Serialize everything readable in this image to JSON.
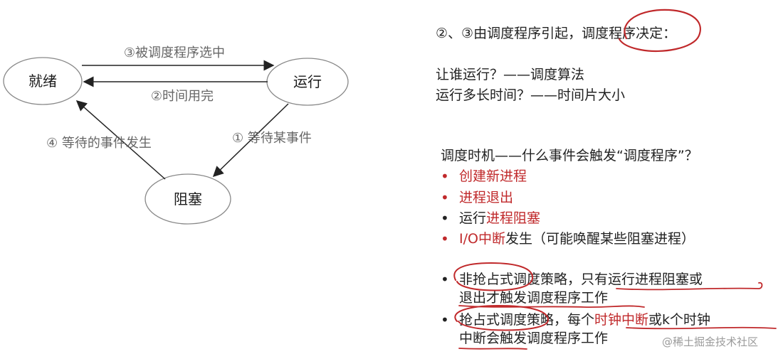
{
  "diagram": {
    "nodes": {
      "ready": "就绪",
      "running": "运行",
      "blocked": "阻塞"
    },
    "edges": {
      "ready_to_running": "③被调度程序选中",
      "running_to_ready": "②时间用完",
      "running_to_blocked": "① 等待某事件",
      "blocked_to_ready": "④ 等待的事件发生"
    }
  },
  "notes": {
    "line1": "②、③由调度程序引起，调度程序决定：",
    "line2": "让谁运行？——调度算法",
    "line3": "运行多长时间？——时间片大小",
    "timing_title": "调度时机——什么事件会触发“调度程序”？",
    "timing_items": [
      {
        "parts": [
          "",
          "创建新进程"
        ]
      },
      {
        "parts": [
          "",
          "进程退出"
        ]
      },
      {
        "parts": [
          "运行",
          "进程阻塞"
        ]
      },
      {
        "parts": [
          "I/O中断",
          "发生（可能唤醒某些阻塞进程）"
        ]
      }
    ],
    "policy1_line1": "非抢占式调度策略，只有运行进程阻塞或",
    "policy1_line2": "退出才触发调度程序工作",
    "policy2_line1_a": "抢占式调度策略，每个",
    "policy2_line1_b": "时钟中断",
    "policy2_line1_c": "或k个时钟",
    "policy2_line2": "中断会触发调度程序工作"
  },
  "watermark": "@稀土掘金技术社区",
  "colors": {
    "accent_red": "#c0292b",
    "node_stroke": "#888888",
    "edge_label": "#666666"
  }
}
